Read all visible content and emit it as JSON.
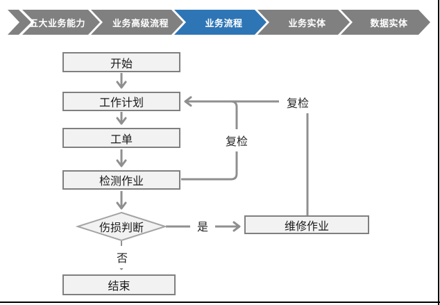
{
  "breadcrumb": {
    "items": [
      {
        "label": "五大业务能力",
        "active": false
      },
      {
        "label": "业务高级流程",
        "active": false
      },
      {
        "label": "业务流程",
        "active": true
      },
      {
        "label": "业务实体",
        "active": false
      },
      {
        "label": "数据实体",
        "active": false
      }
    ],
    "colors": {
      "inactive": "#808080",
      "active": "#2E75B6",
      "text": "#FFFFFF"
    }
  },
  "flowchart": {
    "nodes": [
      {
        "id": "start",
        "label": "开始",
        "type": "process"
      },
      {
        "id": "plan",
        "label": "工作计划",
        "type": "process"
      },
      {
        "id": "order",
        "label": "工单",
        "type": "process"
      },
      {
        "id": "inspect",
        "label": "检测作业",
        "type": "process"
      },
      {
        "id": "damage",
        "label": "伤损判断",
        "type": "decision"
      },
      {
        "id": "repair",
        "label": "维修作业",
        "type": "process"
      },
      {
        "id": "end",
        "label": "结束",
        "type": "process"
      }
    ],
    "edges": [
      {
        "from": "start",
        "to": "plan",
        "label": ""
      },
      {
        "from": "plan",
        "to": "order",
        "label": ""
      },
      {
        "from": "order",
        "to": "inspect",
        "label": ""
      },
      {
        "from": "inspect",
        "to": "damage",
        "label": ""
      },
      {
        "from": "damage",
        "to": "repair",
        "label": "是"
      },
      {
        "from": "damage",
        "to": "end",
        "label": "否"
      },
      {
        "from": "inspect",
        "to": "plan",
        "label": "复检"
      },
      {
        "from": "repair",
        "to": "plan",
        "label": "复检"
      }
    ],
    "edge_labels": {
      "yes": "是",
      "no": "否",
      "recheck1": "复检",
      "recheck2": "复检"
    },
    "colors": {
      "node_fill": "#F2F2F2",
      "node_border": "#7F7F7F",
      "line": "#8F8F8F",
      "text": "#1A1A1A"
    }
  }
}
